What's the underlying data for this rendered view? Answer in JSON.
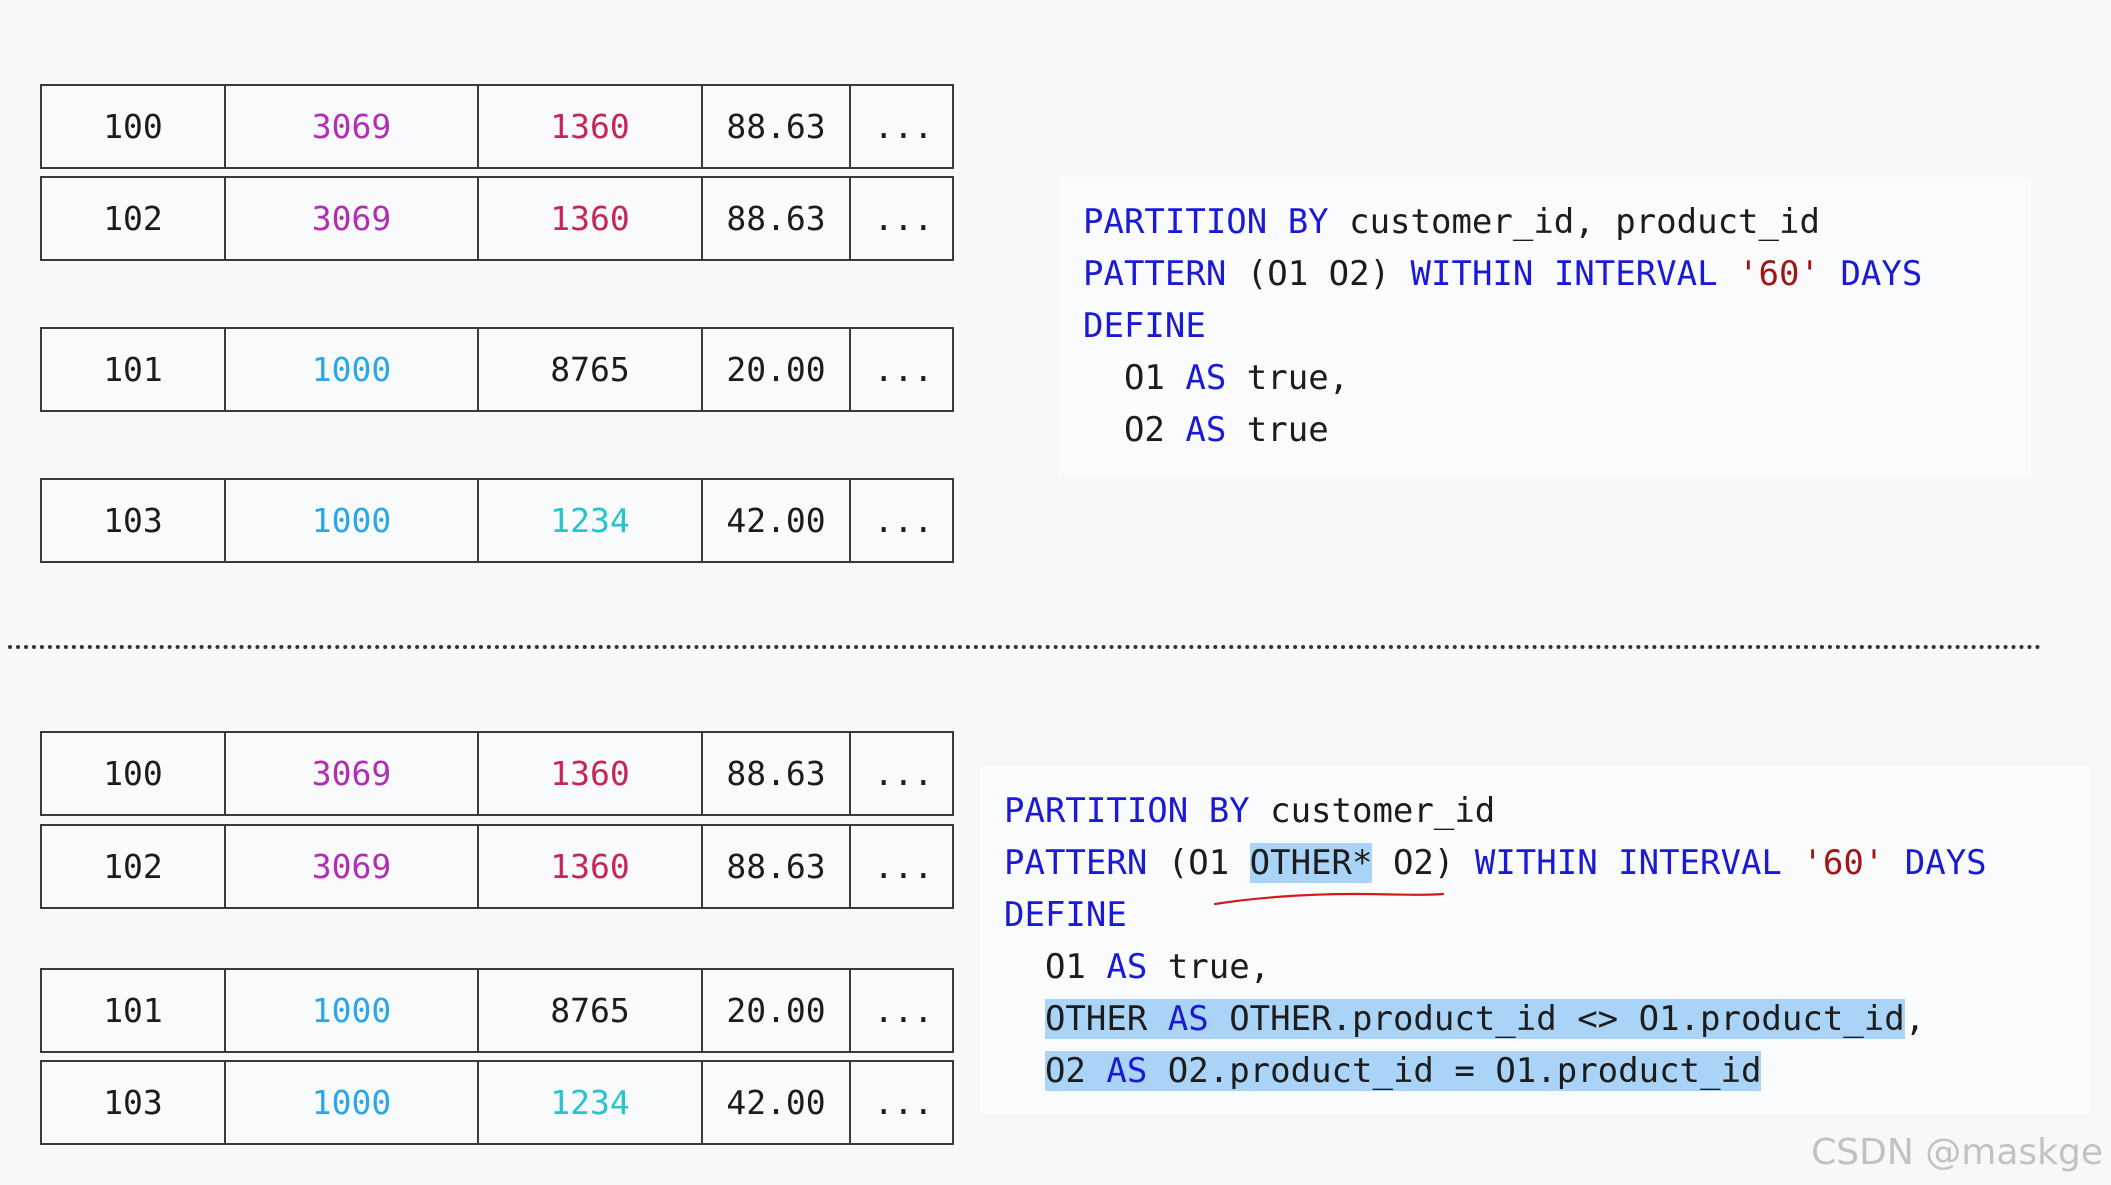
{
  "colors": {
    "keyword": "#1a1ad6",
    "string": "#a31515",
    "highlight": "#a9d4f7",
    "customer_3069": "#b32cb5",
    "customer_1000": "#29a8e8",
    "product_1360": "#c8245a",
    "product_1234": "#26c4cc",
    "product_8765": "#1c1c1c",
    "underline": "#d11a1a"
  },
  "top_table": {
    "rows": [
      {
        "order_id": "100",
        "customer_id": "3069",
        "product_id": "1360",
        "price": "88.63",
        "more": "..."
      },
      {
        "order_id": "102",
        "customer_id": "3069",
        "product_id": "1360",
        "price": "88.63",
        "more": "..."
      },
      {
        "order_id": "101",
        "customer_id": "1000",
        "product_id": "8765",
        "price": "20.00",
        "more": "..."
      },
      {
        "order_id": "103",
        "customer_id": "1000",
        "product_id": "1234",
        "price": "42.00",
        "more": "..."
      }
    ]
  },
  "bottom_table": {
    "rows": [
      {
        "order_id": "100",
        "customer_id": "3069",
        "product_id": "1360",
        "price": "88.63",
        "more": "..."
      },
      {
        "order_id": "102",
        "customer_id": "3069",
        "product_id": "1360",
        "price": "88.63",
        "more": "..."
      },
      {
        "order_id": "101",
        "customer_id": "1000",
        "product_id": "8765",
        "price": "20.00",
        "more": "..."
      },
      {
        "order_id": "103",
        "customer_id": "1000",
        "product_id": "1234",
        "price": "42.00",
        "more": "..."
      }
    ]
  },
  "code_top": {
    "l1_kw": "PARTITION BY",
    "l1_rest": " customer_id, product_id",
    "l2_kw": "PATTERN",
    "l2_mid": " (O1 O2) ",
    "l2_kw2": "WITHIN INTERVAL",
    "l2_sp": " ",
    "l2_str": "'60'",
    "l2_sp2": " ",
    "l2_kw3": "DAYS",
    "l3_kw": "DEFINE",
    "l4_pre": "  O1 ",
    "l4_kw": "AS",
    "l4_rest": " true,",
    "l5_pre": "  O2 ",
    "l5_kw": "AS",
    "l5_rest": " true"
  },
  "code_bottom": {
    "l1_kw": "PARTITION BY",
    "l1_rest": " customer_id",
    "l2_kw": "PATTERN",
    "l2_pre": " (O1 ",
    "l2_hl": "OTHER*",
    "l2_post": " O2) ",
    "l2_kw2": "WITHIN INTERVAL",
    "l2_sp": " ",
    "l2_str": "'60'",
    "l2_sp2": " ",
    "l2_kw3": "DAYS",
    "l3_kw": "DEFINE",
    "l4_pre": "  O1 ",
    "l4_kw": "AS",
    "l4_rest": " true,",
    "l5_ind": "  ",
    "l5_a": "OTHER ",
    "l5_kw": "AS",
    "l5_b": " OTHER.product_id <> O1.product_id",
    "l5_tail": ",",
    "l6_ind": "  ",
    "l6_a": "O2 ",
    "l6_kw": "AS",
    "l6_b": " O2.product_id = O1.product_id"
  },
  "watermark": "CSDN @maskge"
}
